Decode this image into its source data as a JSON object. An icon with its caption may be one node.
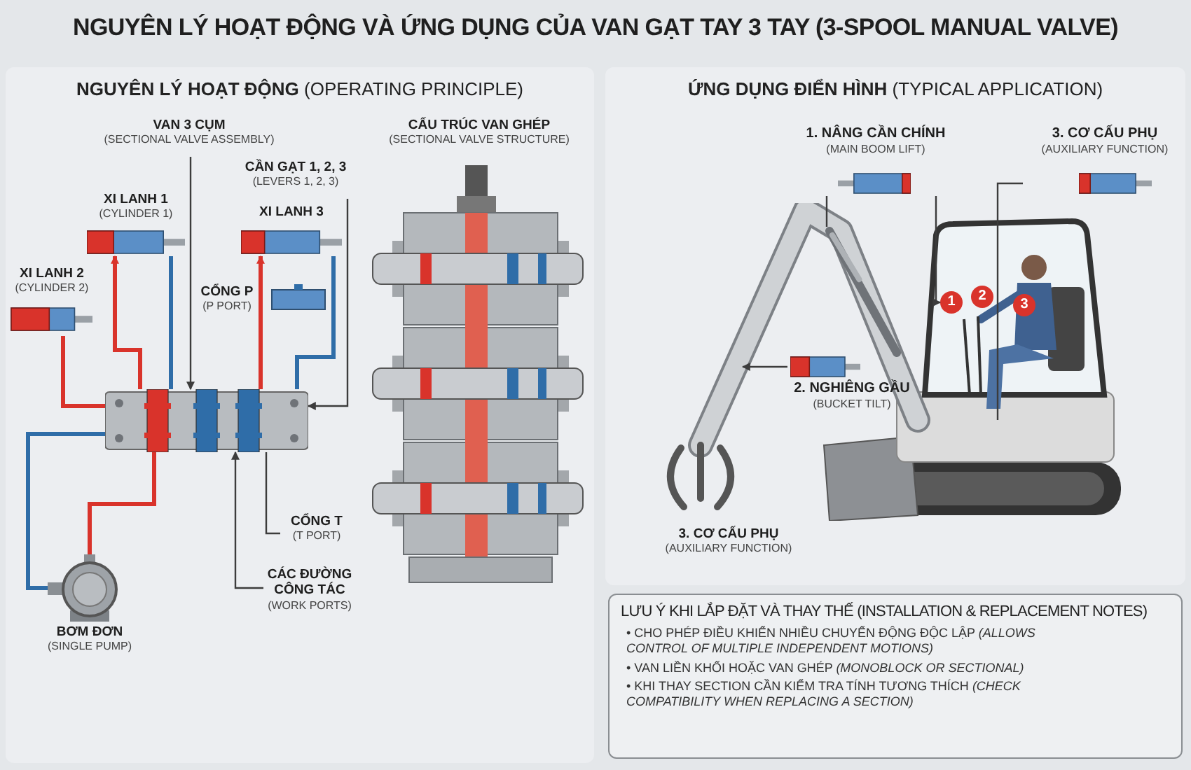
{
  "diagram": {
    "title": "NGUYÊN LÝ HOẠT ĐỘNG VÀ ỨNG DỤNG CỦA VAN GẠT TAY 3 TAY (3-SPOOL MANUAL VALVE)",
    "nodes": [
      {
        "text": [
          "**NGUYÊN LÝ HOẠT ĐỘNG** (OPERATING PRINCIPLE)"
        ]
      },
      {
        "text": [
          "VAN 3 CỤM",
          "(SECTIONAL VALVE ASSEMBLY)"
        ],
        "in": 0
      },
      {
        "text": [
          "XI LANH 1",
          "(CYLINDER 1)"
        ],
        "in": 0
      },
      {
        "text": [
          "XI LANH 2",
          "(CYLINDER 2)"
        ],
        "in": 0
      },
      {
        "text": [
          "XI LANH 3"
        ],
        "in": 0
      },
      {
        "text": [
          "CẦN GẠT 1, 2, 3",
          "(LEVERS 1, 2, 3)"
        ],
        "in": 0
      },
      {
        "text": [],
        "shape": "picture",
        "in": 0
      },
      {
        "text": [
          "BƠM ĐƠN",
          "(SINGLE PUMP)"
        ],
        "in": 0
      },
      {
        "text": [
          "CỔNG T",
          "(T PORT)"
        ],
        "in": 0
      },
      {
        "text": [
          "CÁC ĐƯỜNG CÔNG TÁC",
          "(WORK PORTS)"
        ],
        "in": 0
      },
      {
        "text": [
          "CẤU TRÚC VAN GHÉP",
          "(SECTIONAL VALVE STRUCTURE)"
        ],
        "in": 0
      },
      {
        "text": [
          "**ỨNG DỤNG ĐIỂN HÌNH** (TYPICAL APPLICATION)"
        ]
      },
      {
        "text": [],
        "shape": "picture",
        "in": 11
      },
      {
        "text": [
          "1. NÂNG CẦN CHÍNH",
          "(MAIN BOOM LIFT)"
        ],
        "in": 11
      },
      {
        "text": [
          "1"
        ],
        "in": 12
      },
      {
        "text": [
          "2"
        ],
        "in": 12
      },
      {
        "text": [
          "3"
        ],
        "in": 12
      },
      {
        "text": [
          "2. NGHIÊNG GẦU",
          "(BUCKET TILT)"
        ],
        "in": 12
      },
      {
        "text": [
          "3. CƠ CẤU PHỤ",
          "(AUXILIARY FUNCTION)"
        ],
        "in": 11
      },
      {
        "text": [
          "LƯU Ý KHI LẮP ĐẶT VÀ THAY THẾ (INSTALLATION & REPLACEMENT NOTES)",
          "• CHO PHÉP ĐIỀU KHIỂN NHIỀU CHUYỂN ĐỘNG ĐỘC LẬP *(ALLOWS CONTROL OF MULTIPLE INDEPENDENT MOTIONS)*",
          "• VAN LIỀN KHỐI HOẶC VAN GHÉP *(MONOBLOCK OR SECTIONAL)*",
          "• KHI THAY SECTION CẦN KIỂM TRA TÍNH TƯƠNG THÍCH *(CHECK COMPATIBILITY WHEN REPLACING A SECTION)*"
        ]
      },
      {
        "text": [],
        "shape": "cylinder",
        "in": 12
      }
    ],
    "edges": [
      {
        "from": 7,
        "to": 6,
        "arrow": "none",
        "style": "thick",
        "color": "#d9332b"
      },
      {
        "from": 6,
        "to": 7,
        "arrow": "none",
        "style": "thick",
        "color": "#2f6da8"
      },
      {
        "from": 6,
        "to": 2,
        "arrow": "to",
        "style": "thick",
        "color": "#d9332b"
      },
      {
        "from": 6,
        "to": 2,
        "arrow": "none",
        "style": "thick",
        "color": "#2f6da8"
      },
      {
        "from": 6,
        "to": 3,
        "arrow": "none",
        "style": "thick",
        "color": "#d9332b"
      },
      {
        "from": 6,
        "to": 4,
        "arrow": "to",
        "style": "thick",
        "color": "#d9332b"
      },
      {
        "from": 6,
        "to": 4,
        "arrow": "none",
        "style": "thick",
        "color": "#2f6da8"
      },
      {
        "from": 1,
        "to": 6,
        "arrow": "to"
      },
      {
        "from": 5,
        "to": 6,
        "arrow": "to"
      },
      {
        "from": 8,
        "to": 6,
        "arrow": "none"
      },
      {
        "from": 9,
        "to": 6,
        "arrow": "to"
      },
      {
        "from": 13,
        "to": 20,
        "arrow": "none"
      },
      {
        "from": 13,
        "to": 14,
        "arrow": "to"
      },
      {
        "from": 17,
        "to": null,
        "arrow": "to"
      },
      {
        "from": 18,
        "to": null,
        "arrow": "none"
      }
    ],
    "labels": [
      "**CỔNG P** (P PORT)",
      "**3. CƠ CẤU PHỤ** (AUXILIARY FUNCTION)"
    ]
  }
}
